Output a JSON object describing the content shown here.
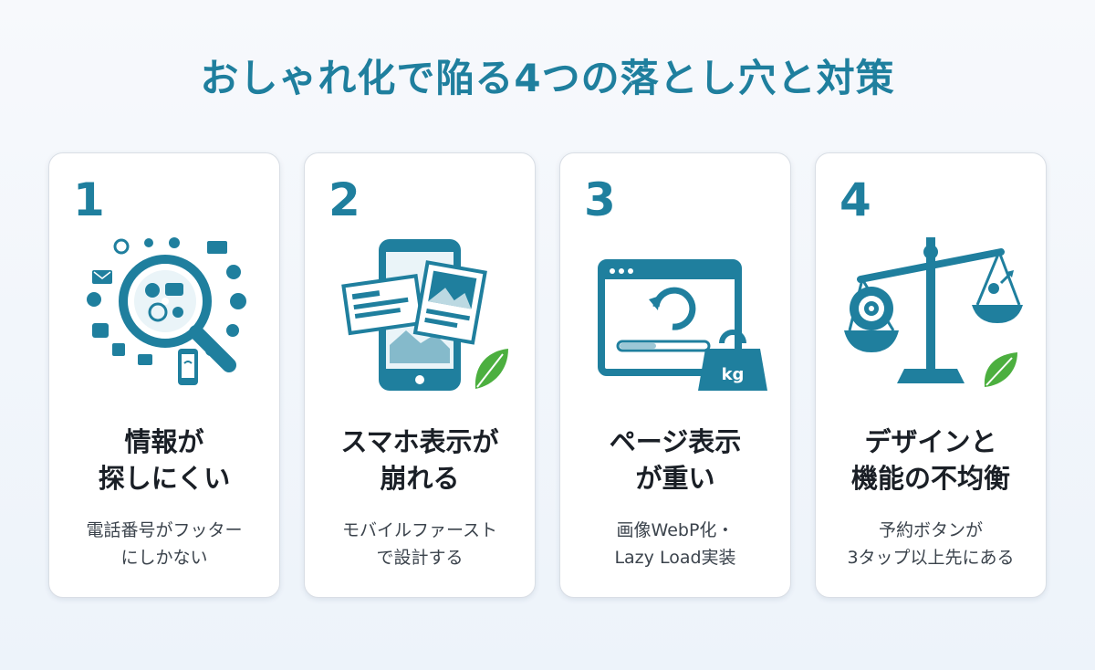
{
  "title": "おしゃれ化で陥る4つの落とし穴と対策",
  "colors": {
    "accent": "#1f7f9e",
    "accent_dark": "#1a6b87",
    "leaf": "#4caf3f",
    "text": "#1a1f26",
    "subtext": "#3b434c"
  },
  "cards": [
    {
      "number": "1",
      "icon": "magnifier-clutter-icon",
      "heading": [
        "情報が",
        "探しにくい"
      ],
      "desc": [
        "電話番号がフッター",
        "にしかない"
      ]
    },
    {
      "number": "2",
      "icon": "smartphone-broken-layout-icon",
      "heading": [
        "スマホ表示が",
        "崩れる"
      ],
      "desc": [
        "モバイルファースト",
        "で設計する"
      ]
    },
    {
      "number": "3",
      "icon": "heavy-page-weight-icon",
      "heading": [
        "ページ表示",
        "が重い"
      ],
      "desc": [
        "画像WebP化・",
        "Lazy Load実装"
      ],
      "weight_label": "kg"
    },
    {
      "number": "4",
      "icon": "balance-scale-icon",
      "heading": [
        "デザインと",
        "機能の不均衡"
      ],
      "desc": [
        "予約ボタンが",
        "3タップ以上先にある"
      ]
    }
  ]
}
